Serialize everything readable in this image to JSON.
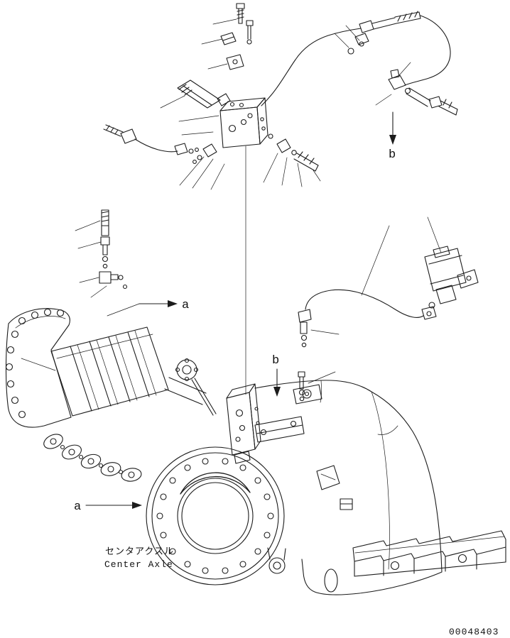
{
  "page": {
    "background": "#ffffff",
    "ink": "#1c1c1c"
  },
  "labels": {
    "a_upper": "a",
    "b_upper": "b",
    "b_lower": "b",
    "a_lower": "a"
  },
  "caption": {
    "japanese": "センタアクスル",
    "english": "Center Axle"
  },
  "footer": {
    "drawing_number": "00048403"
  }
}
